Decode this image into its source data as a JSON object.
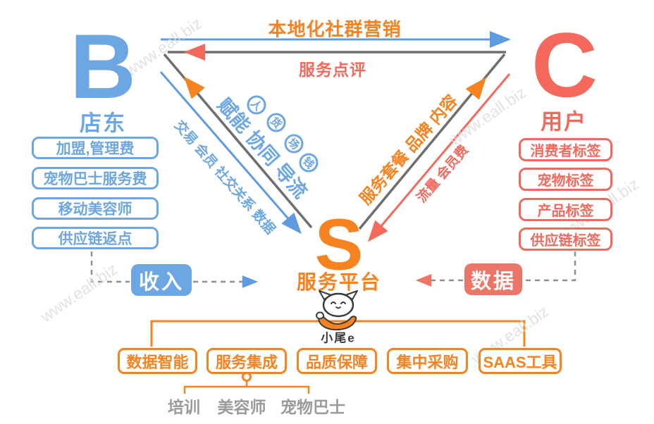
{
  "colors": {
    "blue": "#6CA6E3",
    "orange": "#F78220",
    "coral": "#F4695C",
    "gray_line": "#6E6E6E",
    "gray_dash": "#8F8F8F",
    "gray_text": "#9A9A9A"
  },
  "watermark_text": "www.eall.biz",
  "nodes": {
    "b": {
      "letter": "B",
      "label": "店东"
    },
    "c": {
      "letter": "C",
      "label": "用户"
    },
    "s": {
      "letter": "S",
      "label": "服务平台"
    }
  },
  "b_items": [
    "加盟,管理费",
    "宠物巴士服务费",
    "移动美容师",
    "供应链返点"
  ],
  "c_items": [
    "消费者标签",
    "宠物标签",
    "产品标签",
    "供应链标签"
  ],
  "edges": {
    "b_to_c": "本地化社群营销",
    "c_to_b": "服务点评",
    "b_to_s": "交易 会员 社交关系 数据",
    "s_to_b": "赋能 协同 导流",
    "s_to_b_circles": [
      "人",
      "货",
      "场",
      "钱"
    ],
    "s_to_c": "服务套餐 品牌 内容",
    "c_to_s": "流量 会员费"
  },
  "badges": {
    "income": "收入",
    "data": "数据"
  },
  "mascot": {
    "name": "小尾e"
  },
  "platform_services": [
    "数据智能",
    "服务集成",
    "品质保障",
    "集中采购",
    "SAAS工具"
  ],
  "service_integration_children": [
    "培训",
    "美容师",
    "宠物巴士"
  ]
}
